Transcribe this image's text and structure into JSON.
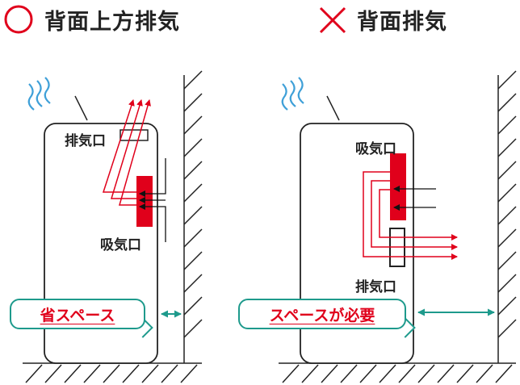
{
  "good": {
    "title": "背面上方排気",
    "exhaust_label": "排気口",
    "intake_label": "吸気口",
    "bubble_label": "省スペース"
  },
  "bad": {
    "title": "背面排気",
    "intake_label": "吸気口",
    "exhaust_label": "排気口",
    "bubble_label": "スペースが必要"
  },
  "colors": {
    "good_mark": "#e0001b",
    "bad_mark": "#e0001b",
    "airflow": "#e0001b",
    "accent": "#1e9a8c",
    "heat_wave": "#3fa0d8"
  },
  "icons": {
    "good_mark": "circle-icon",
    "bad_mark": "cross-icon"
  }
}
